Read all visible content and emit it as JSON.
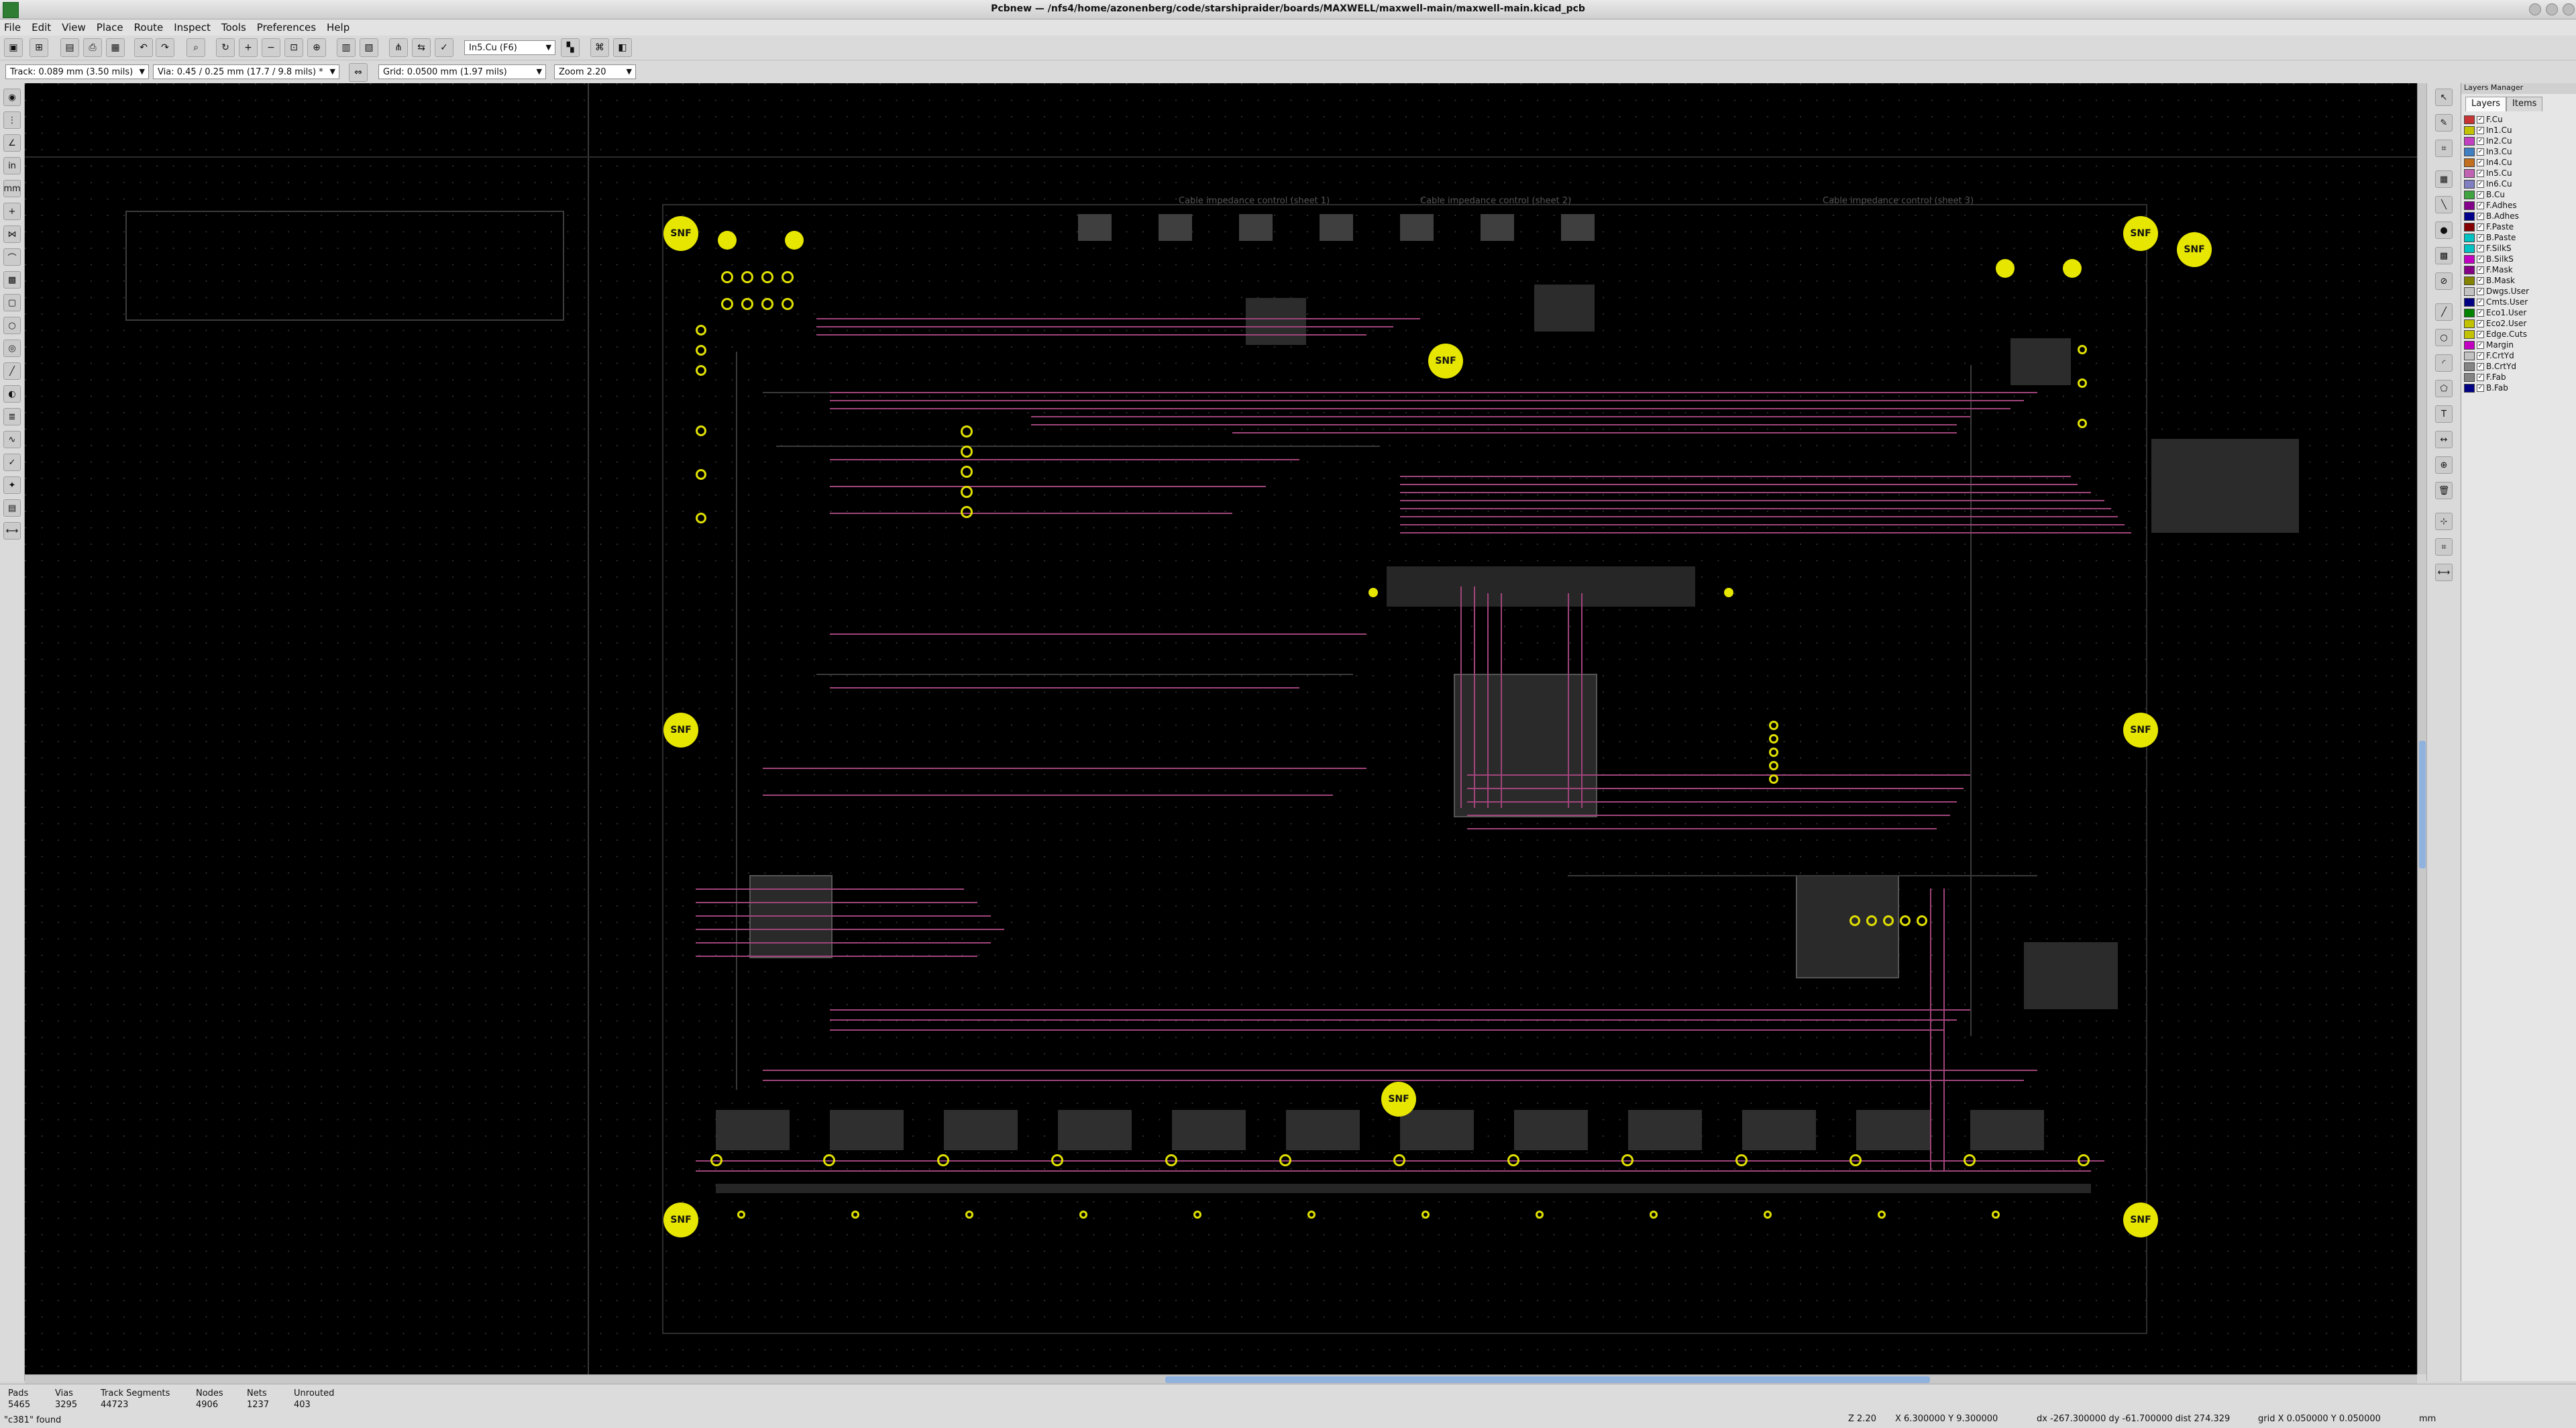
{
  "window": {
    "title": "Pcbnew — /nfs4/home/azonenberg/code/starshipraider/boards/MAXWELL/maxwell-main/maxwell-main.kicad_pcb"
  },
  "menu": [
    "File",
    "Edit",
    "View",
    "Place",
    "Route",
    "Inspect",
    "Tools",
    "Preferences",
    "Help"
  ],
  "toolbar": {
    "active_layer": "In5.Cu (F6)",
    "track": "Track: 0.089 mm (3.50 mils)",
    "via": "Via: 0.45 / 0.25 mm (17.7 / 9.8 mils) *",
    "grid": "Grid: 0.0500 mm (1.97 mils)",
    "zoom": "Zoom 2.20"
  },
  "layers_manager": {
    "title": "Layers Manager",
    "tabs": [
      "Layers",
      "Items"
    ],
    "layers": [
      {
        "name": "F.Cu",
        "color": "#c83434"
      },
      {
        "name": "In1.Cu",
        "color": "#c2c200"
      },
      {
        "name": "In2.Cu",
        "color": "#c23fc2"
      },
      {
        "name": "In3.Cu",
        "color": "#3f7fc2"
      },
      {
        "name": "In4.Cu",
        "color": "#c2701f"
      },
      {
        "name": "In5.Cu",
        "color": "#c262b3"
      },
      {
        "name": "In6.Cu",
        "color": "#7f7fc2"
      },
      {
        "name": "B.Cu",
        "color": "#3fa33f"
      },
      {
        "name": "F.Adhes",
        "color": "#84008a"
      },
      {
        "name": "B.Adhes",
        "color": "#00008a"
      },
      {
        "name": "F.Paste",
        "color": "#840000"
      },
      {
        "name": "B.Paste",
        "color": "#00c2c2"
      },
      {
        "name": "F.SilkS",
        "color": "#00c2c2"
      },
      {
        "name": "B.SilkS",
        "color": "#c200c2"
      },
      {
        "name": "F.Mask",
        "color": "#840084"
      },
      {
        "name": "B.Mask",
        "color": "#848400"
      },
      {
        "name": "Dwgs.User",
        "color": "#c2c2c2"
      },
      {
        "name": "Cmts.User",
        "color": "#000084"
      },
      {
        "name": "Eco1.User",
        "color": "#008400"
      },
      {
        "name": "Eco2.User",
        "color": "#c2c200"
      },
      {
        "name": "Edge.Cuts",
        "color": "#c2c200"
      },
      {
        "name": "Margin",
        "color": "#c200c2"
      },
      {
        "name": "F.CrtYd",
        "color": "#c2c2c2"
      },
      {
        "name": "B.CrtYd",
        "color": "#848484"
      },
      {
        "name": "F.Fab",
        "color": "#848484"
      },
      {
        "name": "B.Fab",
        "color": "#000084"
      }
    ]
  },
  "status": {
    "items": [
      {
        "label": "Pads",
        "value": "5465"
      },
      {
        "label": "Vias",
        "value": "3295"
      },
      {
        "label": "Track Segments",
        "value": "44723"
      },
      {
        "label": "Nodes",
        "value": "4906"
      },
      {
        "label": "Nets",
        "value": "1237"
      },
      {
        "label": "Unrouted",
        "value": "403"
      }
    ],
    "found": "\"c381\" found",
    "zoom": "Z 2.20",
    "abs_coords": "X 6.300000  Y 9.300000",
    "rel_coords": "dx -267.300000  dy -61.700000  dist 274.329",
    "grid": "grid X 0.050000  Y 0.050000",
    "units": "mm"
  },
  "board": {
    "mounting_hole_label": "SNF",
    "notes": [
      "Cable impedance control (sheet 1)",
      "Cable impedance control (sheet 2)",
      "Cable impedance control (sheet 3)"
    ]
  }
}
